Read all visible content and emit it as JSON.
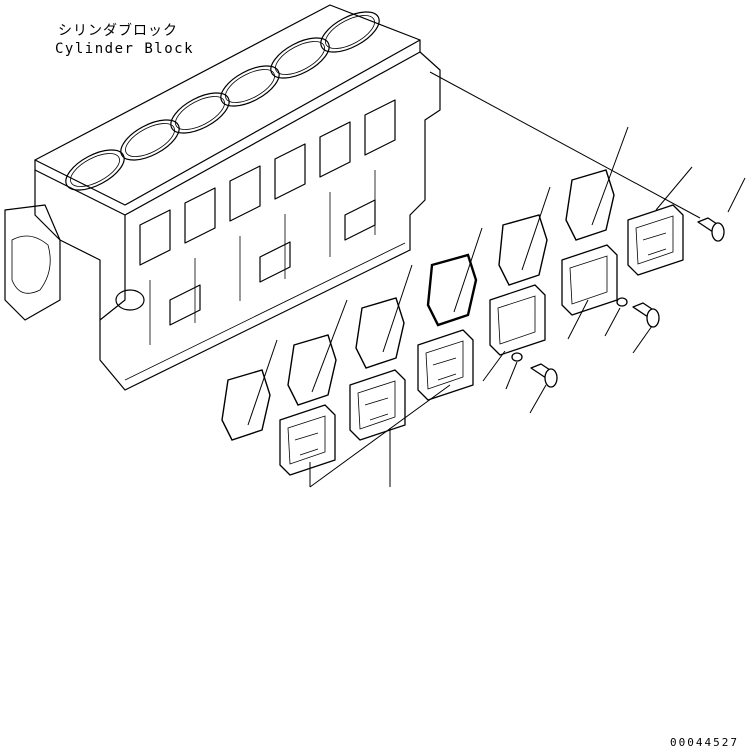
{
  "titles": {
    "japanese": "シリンダブロック",
    "english": "Cylinder Block"
  },
  "drawing_number": "00044527",
  "colors": {
    "ink": "#000000",
    "paper": "#ffffff"
  }
}
